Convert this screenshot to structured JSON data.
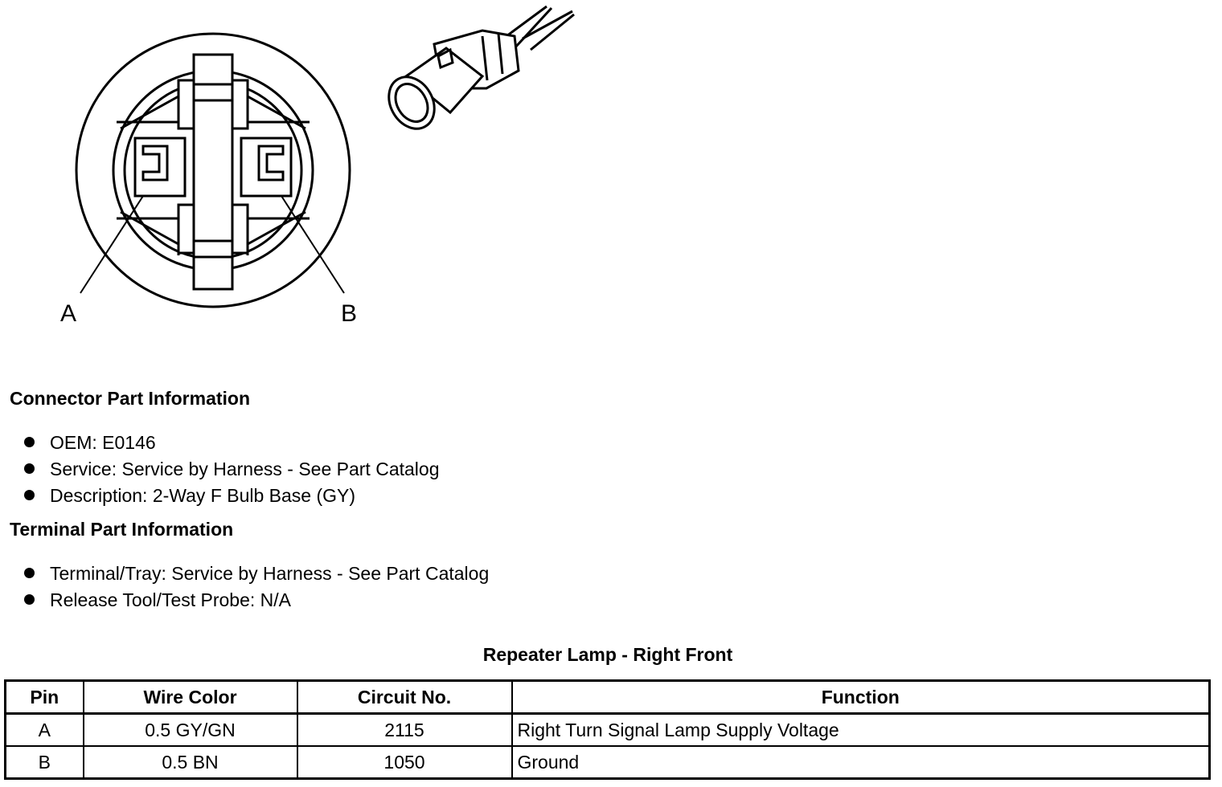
{
  "diagram": {
    "pin_labels": [
      "A",
      "B"
    ]
  },
  "connector_info": {
    "heading": "Connector Part Information",
    "items": [
      "OEM: E0146",
      "Service: Service by Harness - See Part Catalog",
      "Description: 2-Way F Bulb Base (GY)"
    ]
  },
  "terminal_info": {
    "heading": "Terminal Part Information",
    "items": [
      "Terminal/Tray: Service by Harness - See Part Catalog",
      "Release Tool/Test Probe: N/A"
    ]
  },
  "table": {
    "title": "Repeater Lamp - Right Front",
    "headers": [
      "Pin",
      "Wire Color",
      "Circuit No.",
      "Function"
    ],
    "rows": [
      [
        "A",
        "0.5 GY/GN",
        "2115",
        "Right Turn Signal Lamp Supply Voltage"
      ],
      [
        "B",
        "0.5 BN",
        "1050",
        "Ground"
      ]
    ]
  }
}
